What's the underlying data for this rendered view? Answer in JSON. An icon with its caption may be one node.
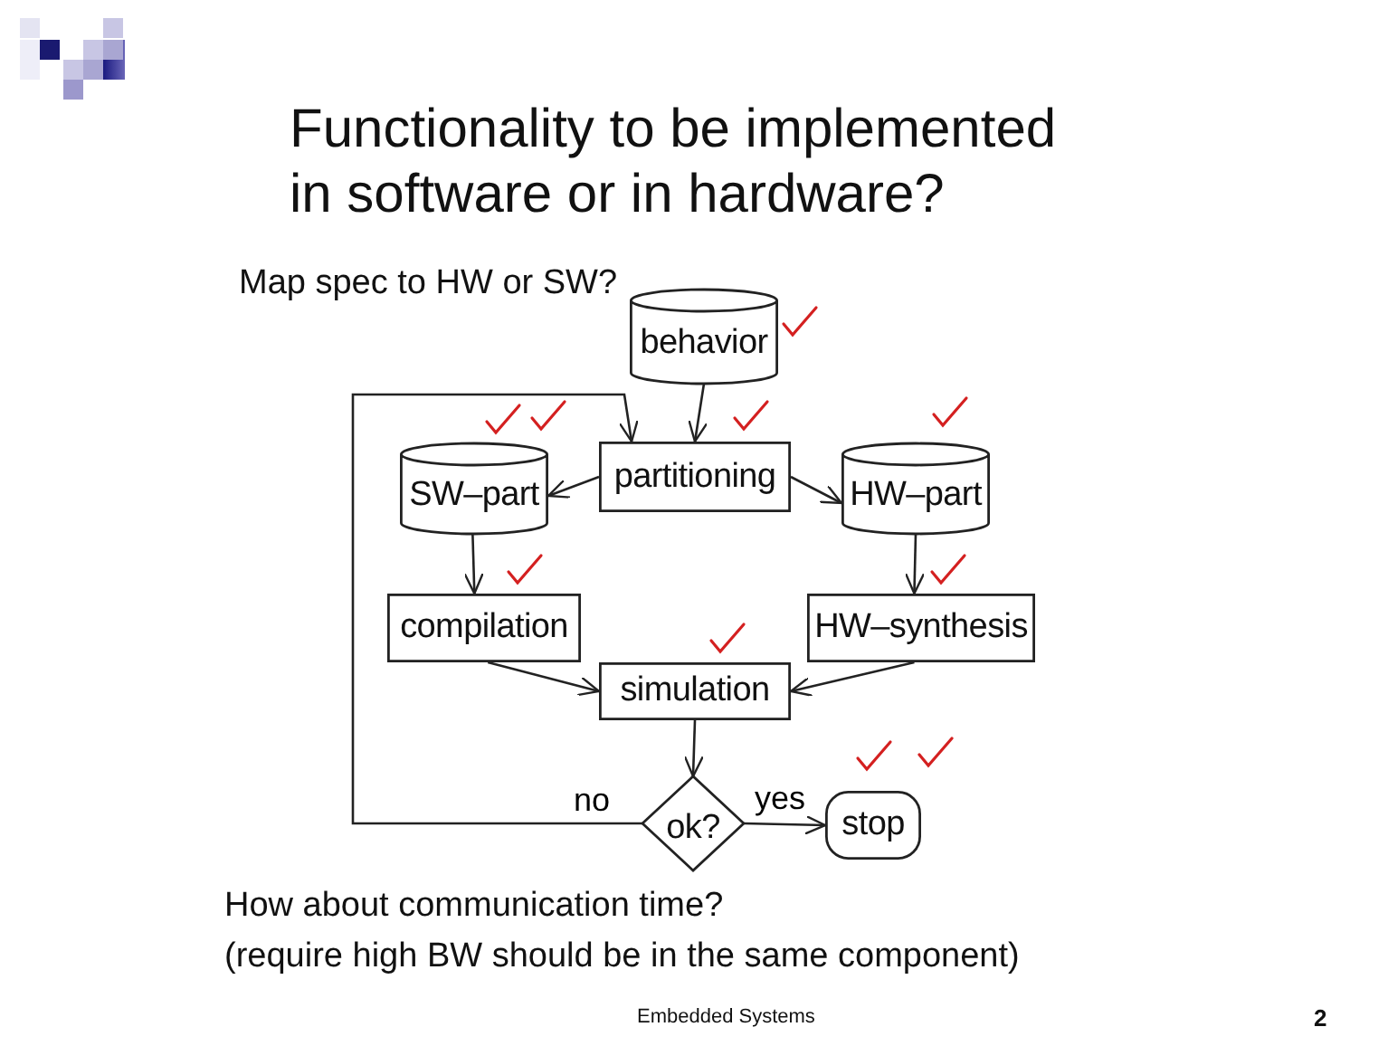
{
  "diagram": {
    "title": "Functionality to be implemented in software or in hardware?",
    "nodes": [
      {
        "text": [
          "behavior"
        ]
      },
      {
        "text": [
          "partitioning"
        ]
      },
      {
        "text": [
          "SW–part"
        ]
      },
      {
        "text": [
          "HW–part"
        ]
      },
      {
        "text": [
          "compilation"
        ]
      },
      {
        "text": [
          "HW–synthesis"
        ]
      },
      {
        "text": [
          "simulation"
        ]
      },
      {
        "text": [
          "ok?"
        ]
      },
      {
        "text": [
          "stop"
        ]
      }
    ],
    "edges": [
      {
        "from": 0,
        "to": 1,
        "arrow": "to"
      },
      {
        "from": 1,
        "to": 2,
        "arrow": "to"
      },
      {
        "from": 1,
        "to": 3,
        "arrow": "to"
      },
      {
        "from": 2,
        "to": 4,
        "arrow": "to"
      },
      {
        "from": 3,
        "to": 5,
        "arrow": "to"
      },
      {
        "from": 4,
        "to": 6,
        "arrow": "to"
      },
      {
        "from": 5,
        "to": 6,
        "arrow": "to"
      },
      {
        "from": 6,
        "to": 7,
        "arrow": "to"
      },
      {
        "from": 7,
        "to": 8,
        "label": "yes",
        "arrow": "to"
      },
      {
        "from": 7,
        "to": 1,
        "label": "no",
        "arrow": "to"
      }
    ],
    "labels": [
      "Map spec to HW or SW?",
      "How about communication time?",
      "(require high BW should be in the same component)",
      "Embedded Systems",
      "2"
    ]
  }
}
